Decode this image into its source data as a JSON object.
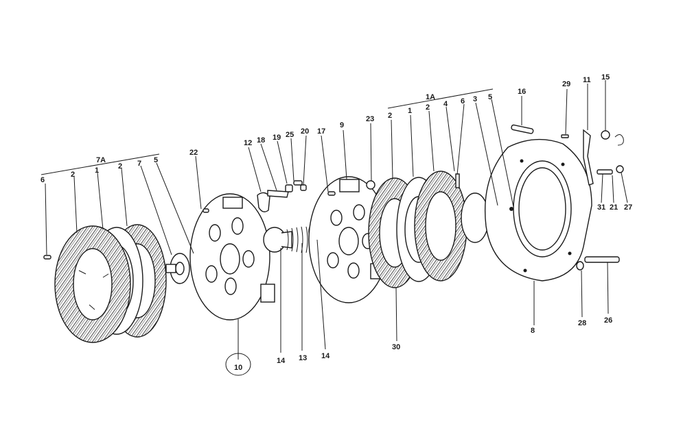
{
  "diagram": {
    "labels": {
      "l6a": "6",
      "l2a": "2",
      "l1a": "1",
      "l2b": "2",
      "l7": "7",
      "l5a": "5",
      "l7a": "7A",
      "l22": "22",
      "l10": "10",
      "l12": "12",
      "l18": "18",
      "l19": "19",
      "l25": "25",
      "l20": "20",
      "l14a": "14",
      "l13": "13",
      "l14b": "14",
      "l17": "17",
      "l9": "9",
      "l23": "23",
      "l30": "30",
      "l1a_group": "1A",
      "l2c": "2",
      "l1b": "1",
      "l2d": "2",
      "l4": "4",
      "l6b": "6",
      "l3": "3",
      "l5b": "5",
      "l16": "16",
      "l29": "29",
      "l11": "11",
      "l15": "15",
      "l31": "31",
      "l21": "21",
      "l27": "27",
      "l8": "8",
      "l28": "28",
      "l26": "26"
    }
  }
}
